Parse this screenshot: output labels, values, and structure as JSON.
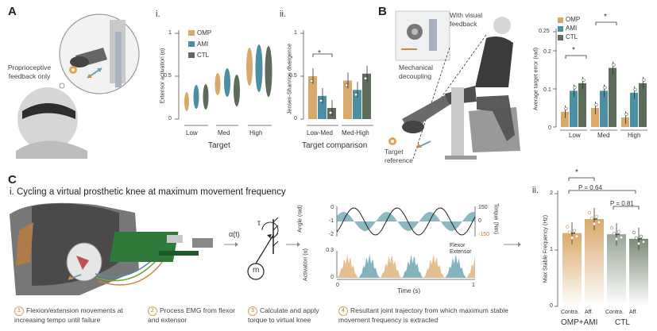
{
  "colors": {
    "omp": "#d9a96c",
    "ami": "#4a8fa3",
    "ctl": "#5d6b5a",
    "orange": "#e08a3c",
    "teal": "#5b9aa8"
  },
  "panelA": {
    "letter": "A",
    "illustration_label": "Proprioceptive feedback only",
    "i": {
      "label": "i.",
      "ylabel": "Extensor activation (α)",
      "xlabel": "Target",
      "yticks": [
        "0",
        "0.5",
        "1"
      ],
      "categories": [
        "Low",
        "Med",
        "High"
      ],
      "legend": [
        "OMP",
        "AMI",
        "CTL"
      ]
    },
    "ii": {
      "label": "ii.",
      "ylabel": "Jensen-Shannon divergence",
      "xlabel": "Target comparison",
      "yticks": [
        "0",
        "0.5",
        "1"
      ],
      "categories": [
        "Low-Med",
        "Med-High"
      ],
      "sig": "*"
    }
  },
  "panelB": {
    "letter": "B",
    "visual_feedback": "With visual feedback",
    "mechanical": "Mechanical decoupling",
    "target_ref": "Target reference",
    "ylabel": "Average target error (rad)",
    "yticks": [
      "0",
      "0.1",
      "0.2"
    ],
    "yticks_top": "0.25",
    "categories": [
      "Low",
      "Med",
      "High"
    ],
    "legend": [
      "OMP",
      "AMI",
      "CTL"
    ],
    "sig": "*"
  },
  "panelC": {
    "letter": "C",
    "title": "i. Cycling a virtual prosthetic knee at maximum movement frequency",
    "alpha_label": "α(t)",
    "tau_label": "τ",
    "m_label": "m",
    "trace": {
      "angle_label": "Angle (rad)",
      "torque_label": "Torque (Nm)",
      "angle_ticks": [
        "0",
        "-1",
        "-2"
      ],
      "torque_ticks": [
        "150",
        "0",
        "-150"
      ],
      "act_label": "Activation (α)",
      "act_ticks": [
        "0.3",
        "0"
      ],
      "time_label": "Time (s)",
      "time_ticks": [
        "0",
        "1"
      ],
      "legend": [
        "Flexor",
        "Extensor"
      ]
    },
    "steps": [
      {
        "n": "1",
        "text": "Flexion/extension movements at increasing tempo until failure"
      },
      {
        "n": "2",
        "text": "Process EMG from flexor and extensor"
      },
      {
        "n": "3",
        "text": "Calculate and apply torque to virtual knee"
      },
      {
        "n": "4",
        "text": "Resultant joint trajectory from which maximum stable movement frequency is extracted"
      }
    ],
    "ii": {
      "label": "ii.",
      "ylabel": "Max Stable Frequency (Hz)",
      "yticks": [
        "0",
        "1",
        "2"
      ],
      "xticks": [
        "Contra.",
        "Aff.",
        "Contra.",
        "Aff."
      ],
      "groups": [
        "OMP+AMI",
        "CTL"
      ],
      "p1": "P = 0.64",
      "p2": "P = 0.81",
      "sig": "*"
    }
  },
  "chart_data": [
    {
      "type": "bar",
      "title": "",
      "ylabel": "Jensen-Shannon divergence",
      "xlabel": "Target comparison",
      "categories": [
        "Low-Med",
        "Med-High"
      ],
      "ylim": [
        0,
        1
      ],
      "series": [
        {
          "name": "OMP",
          "values": [
            0.5,
            0.45
          ]
        },
        {
          "name": "AMI",
          "values": [
            0.27,
            0.34
          ]
        },
        {
          "name": "CTL",
          "values": [
            0.13,
            0.53
          ]
        }
      ]
    },
    {
      "type": "bar",
      "title": "",
      "ylabel": "Average target error (rad)",
      "categories": [
        "Low",
        "Med",
        "High"
      ],
      "ylim": [
        0,
        0.25
      ],
      "series": [
        {
          "name": "OMP",
          "values": [
            0.04,
            0.05,
            0.025
          ]
        },
        {
          "name": "AMI",
          "values": [
            0.095,
            0.095,
            0.09
          ]
        },
        {
          "name": "CTL",
          "values": [
            0.115,
            0.155,
            0.115
          ]
        }
      ]
    },
    {
      "type": "bar",
      "title": "",
      "ylabel": "Max Stable Frequency (Hz)",
      "categories": [
        "Contra.",
        "Aff.",
        "Contra.",
        "Aff."
      ],
      "ylim": [
        0,
        2
      ],
      "series": [
        {
          "name": "OMP+AMI",
          "values": [
            1.3,
            1.55
          ]
        },
        {
          "name": "CTL",
          "values": [
            1.28,
            1.2
          ]
        }
      ]
    }
  ]
}
